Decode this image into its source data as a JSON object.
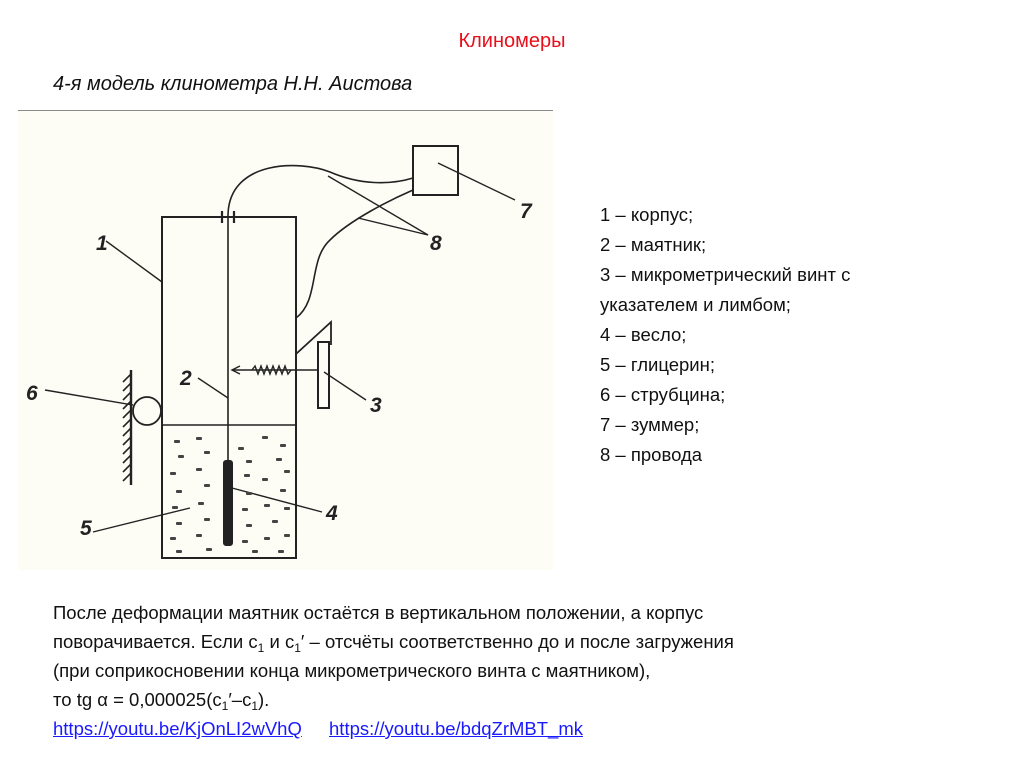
{
  "slide": {
    "title": "Клиномеры",
    "title_color": "#e8101a",
    "subtitle": "4-я модель клинометра Н.Н. Аистова"
  },
  "figure": {
    "labels": [
      "1",
      "2",
      "3",
      "4",
      "5",
      "6",
      "7",
      "8"
    ]
  },
  "legend": {
    "items": [
      "1 – корпус;",
      "2 – маятник;",
      "3 – микрометрический винт  с",
      "указателем и лимбом;",
      "4 – весло;",
      "5 – глицерин;",
      "6 – струбцина;",
      "7 – зуммер;",
      "8 – провода"
    ]
  },
  "paragraph": {
    "line1": "После деформации маятник остаётся в вертикальном положении, а корпус",
    "line2_a": "поворачивается.  Если c",
    "line2_sub1": "1",
    "line2_b": " и c",
    "line2_sub2": "1",
    "line2_c": "′ – отсчёты соответственно до и после загружения",
    "line3": "(при соприкосновении конца микрометрического винта с маятником),",
    "line4_a": "то tg α = 0,000025(c",
    "line4_sub1": "1",
    "line4_b": "′–c",
    "line4_sub2": "1",
    "line4_c": ").",
    "links": [
      "https://youtu.be/KjOnLI2wVhQ",
      "https://youtu.be/bdqZrMBT_mk"
    ],
    "link_color": "#1a1aff"
  }
}
